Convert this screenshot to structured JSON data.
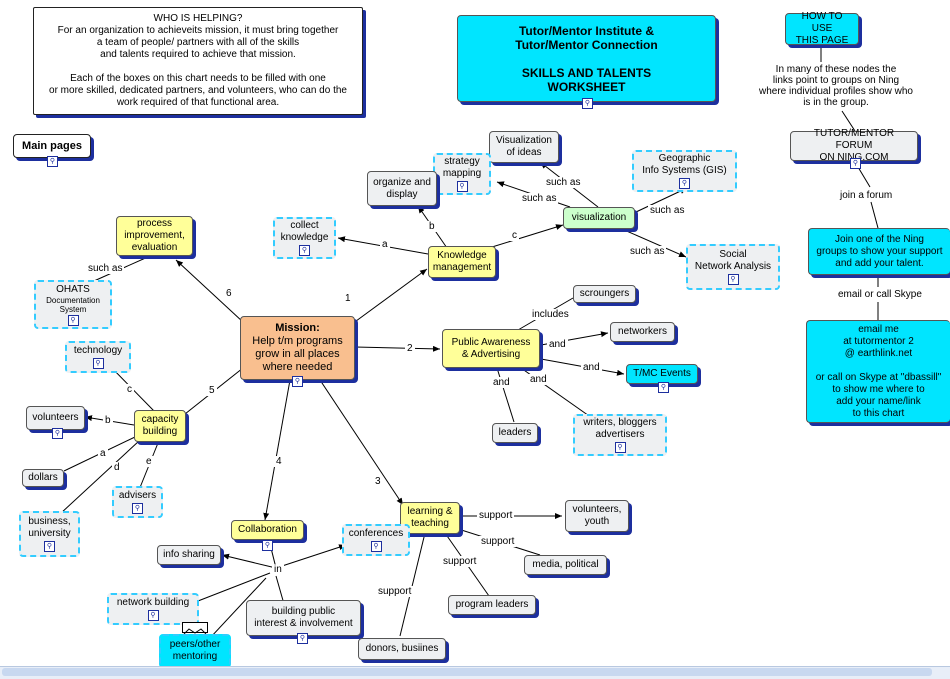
{
  "nodes": {
    "who_helping": "WHO IS HELPING?\nFor an organization to achieveits mission, it must bring together\na team of people/ partners with all of the skills\nand talents required to achieve that mission.\n\nEach of the boxes on this chart needs to be filled with one\nor more skilled, dedicated partners, and volunteers, who can do the\nwork required of that functional area.",
    "title": "Tutor/Mentor Institute &\nTutor/Mentor Connection\n\nSKILLS AND TALENTS\nWORKSHEET",
    "how_to_use": "HOW TO USE\nTHIS PAGE",
    "how_text": "In many of these nodes the\nlinks point to groups on Ning\nwhere individual profiles show who\nis in the group.",
    "main_pages": "Main pages",
    "forum": "TUTOR/MENTOR FORUM\nON NING.COM",
    "join_ning": "Join one of the Ning\ngroups to show your support\nand add  your talent.",
    "email_me": "email me\nat tutormentor 2\n@ earthlink.net\n\nor call on Skype at \"dbassill\"\nto show me where to\nadd your name/link\nto this chart",
    "mission_title": "Mission:",
    "mission_text": "Help t/m programs\ngrow in all places\nwhere needed",
    "visualization_ideas": "Visualization\nof ideas",
    "strategy_mapping": "strategy\nmapping",
    "organize_display": "organize and\ndisplay",
    "geographic_info": "Geographic\nInfo Systems (GIS)",
    "visualization": "visualization",
    "collect_knowledge": "collect\nknowledge",
    "knowledge_management": "Knowledge\nmanagement",
    "social_network": "Social\nNetwork Analysis",
    "process_improvement": "process\nimprovement,\nevaluation",
    "ohats_title": "OHATS",
    "ohats_sub": "Documentation\nSystem",
    "scroungers": "scroungers",
    "public_awareness": "Public Awareness\n& Advertising",
    "networkers": "networkers",
    "tm_events": "T/MC Events",
    "leaders": "leaders",
    "writers": "writers, bloggers\nadvertisers",
    "technology": "technology",
    "volunteers": "volunteers",
    "capacity_building": "capacity\nbuilding",
    "dollars": "dollars",
    "advisers": "advisers",
    "business_university": "business,\nuniversity",
    "collaboration": "Collaboration",
    "learning_teaching": "learning &\nteaching",
    "volunteers_youth": "volunteers,\nyouth",
    "conferences": "conferences",
    "info_sharing": "info sharing",
    "media_political": "media, political",
    "program_leaders": "program leaders",
    "network_building": "network building",
    "building_public": "building public\ninterest & involvement",
    "peers_mentoring": "peers/other\nmentoring",
    "donors": "donors, busiines"
  },
  "labels": {
    "such_as_vis": "such as",
    "such_as_gis": "such as",
    "such_as_sna": "such as",
    "such_as_ideas": "such as",
    "such_as_ohats": "such as",
    "a_collect": "a",
    "b_organize": "b",
    "c_vis": "c",
    "num_1": "1",
    "num_2": "2",
    "num_3": "3",
    "num_4": "4",
    "num_5": "5",
    "num_6": "6",
    "includes": "includes",
    "and_net": "and",
    "and_events": "and",
    "and_writers": "and",
    "and_leaders": "and",
    "c_tech": "c",
    "b_vol": "b",
    "a_dollars": "a",
    "d_business": "d",
    "e_advisers": "e",
    "support_vol": "support",
    "support_media": "support",
    "support_prog": "support",
    "support_donors": "support",
    "in_collab": "in",
    "join_forum": "join a forum",
    "email_skype": "email or call Skype"
  }
}
